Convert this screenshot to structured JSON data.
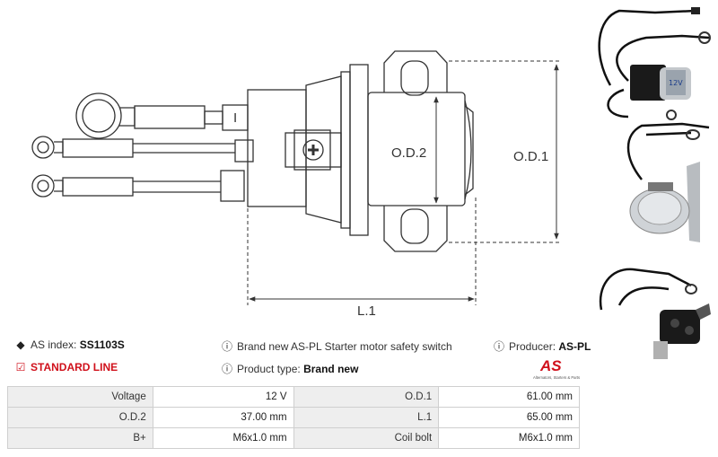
{
  "header": {
    "as_index_label": "AS index:",
    "as_index_value": "SS1103S",
    "description": "Brand new AS-PL Starter motor safety switch",
    "producer_label": "Producer:",
    "producer_value": "AS-PL",
    "standard_line": "STANDARD LINE",
    "product_type_label": "Product type:",
    "product_type_value": "Brand new"
  },
  "logo": {
    "mark": "AS",
    "tagline": "Alternators, Starters & Parts"
  },
  "drawing": {
    "od1": "O.D.1",
    "od2": "O.D.2",
    "l1": "L.1",
    "terminal_mark": "I",
    "photo_label": "12V"
  },
  "specs": [
    [
      "Voltage",
      "12 V",
      "O.D.1",
      "61.00 mm"
    ],
    [
      "O.D.2",
      "37.00 mm",
      "L.1",
      "65.00 mm"
    ],
    [
      "B+",
      "M6x1.0 mm",
      "Coil bolt",
      "M6x1.0 mm"
    ]
  ],
  "icons": [
    "tag-icon",
    "info-icon",
    "check-square-icon"
  ],
  "colors": {
    "accent": "#d0101b",
    "table_label_bg": "#eeeeee",
    "border": "#cfcfcf"
  }
}
